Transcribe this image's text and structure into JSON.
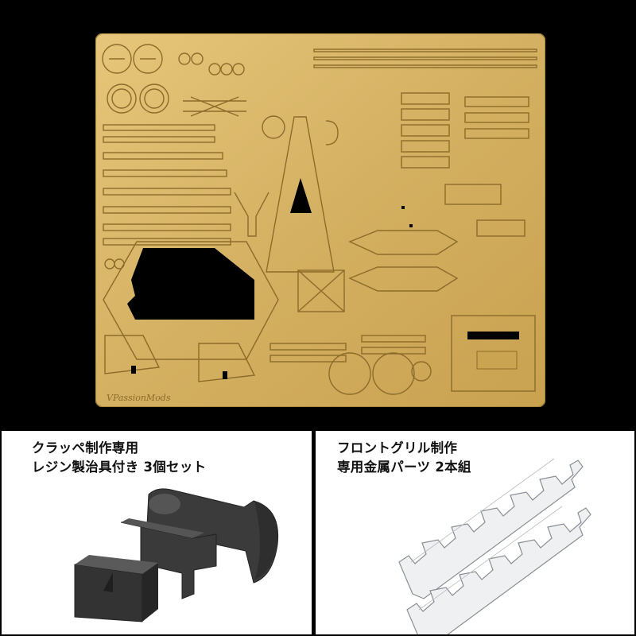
{
  "photo_etch": {
    "brand_label": "VPassionMods",
    "colors": {
      "brass": "#d9b868",
      "brass_dark": "#9a7a34",
      "background": "#000000"
    }
  },
  "left_panel": {
    "caption_line1": "クラッペ制作専用",
    "caption_line2": "レジン製治具付き 3個セット",
    "colors": {
      "resin": "#3a3a3a"
    }
  },
  "right_panel": {
    "caption_line1": "フロントグリル制作",
    "caption_line2": "専用金属パーツ 2本組",
    "colors": {
      "metal": "#e8ebee"
    }
  }
}
